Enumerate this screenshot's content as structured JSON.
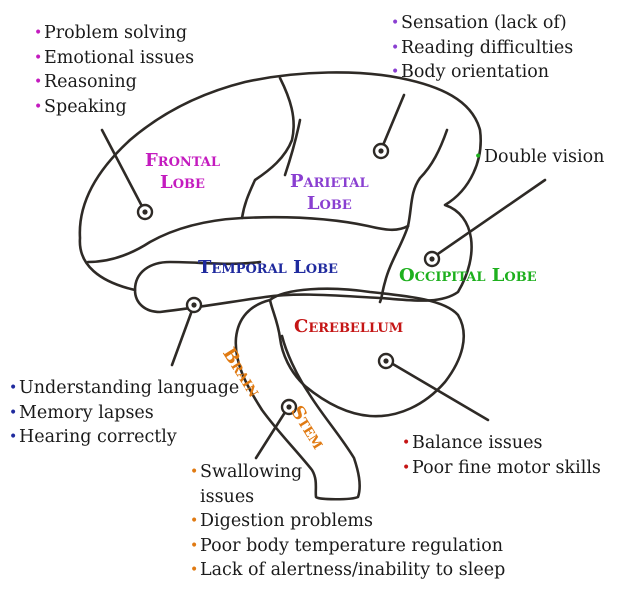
{
  "colors": {
    "outline": "#2e2a26",
    "frontal": "#c41bbf",
    "parietal": "#8a3fd1",
    "temporal": "#1f2a9e",
    "occipital": "#1eb01e",
    "cerebellum": "#c51515",
    "brainstem": "#e07a12"
  },
  "lobes": {
    "frontal": {
      "line1": "Frontal",
      "line2": "Lobe"
    },
    "parietal": {
      "line1": "Parietal",
      "line2": "Lobe"
    },
    "temporal": "Temporal Lobe",
    "occipital": "Occipital Lobe",
    "cerebellum": "Cerebellum",
    "brainstem": {
      "line1": "Brain",
      "line2": "Stem"
    }
  },
  "symptoms": {
    "frontal": [
      "Problem solving",
      "Emotional issues",
      "Reasoning",
      "Speaking"
    ],
    "parietal": [
      "Sensation (lack of)",
      "Reading difficulties",
      "Body orientation"
    ],
    "occipital": [
      "Double vision"
    ],
    "temporal": [
      "Understanding language",
      "Memory lapses",
      "Hearing correctly"
    ],
    "cerebellum": [
      "Balance issues",
      "Poor fine motor skills"
    ],
    "brainstem": [
      "Swallowing",
      "issues",
      "Digestion problems",
      "Poor body temperature regulation",
      "Lack of alertness/inability to sleep"
    ]
  },
  "bullet_char": "•"
}
